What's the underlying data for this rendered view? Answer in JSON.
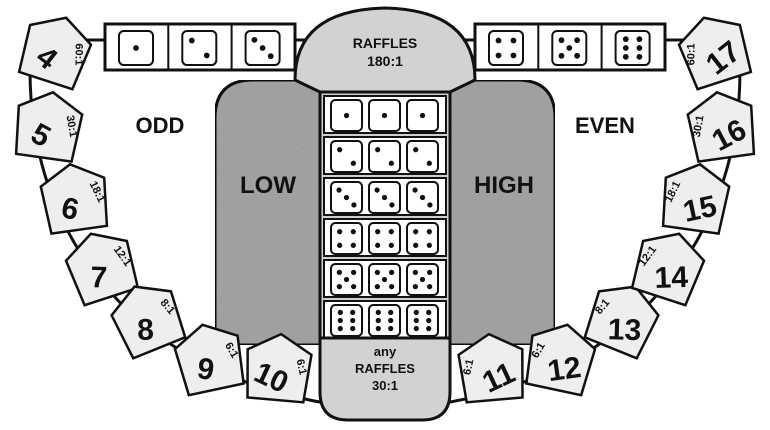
{
  "title": "",
  "colors": {
    "ink": "#111111",
    "spot": "#eeeeee",
    "panel": "#a7a7a7",
    "center": "#cfcfcf",
    "felt": "#ffffff"
  },
  "odd": {
    "label": "ODD",
    "dice": [
      1,
      2,
      3
    ]
  },
  "even": {
    "label": "EVEN",
    "dice": [
      4,
      5,
      6
    ]
  },
  "low": {
    "label": "LOW"
  },
  "high": {
    "label": "HIGH"
  },
  "raffles": {
    "line1": "RAFFLES",
    "line2": "180:1"
  },
  "any_raffles": {
    "line1": "any",
    "line2": "RAFFLES",
    "line3": "30:1"
  },
  "triples": [
    1,
    2,
    3,
    4,
    5,
    6
  ],
  "totals": [
    {
      "number": "4",
      "payout": "60:1"
    },
    {
      "number": "5",
      "payout": "30:1"
    },
    {
      "number": "6",
      "payout": "18:1"
    },
    {
      "number": "7",
      "payout": "12:1"
    },
    {
      "number": "8",
      "payout": "8:1"
    },
    {
      "number": "9",
      "payout": "6:1"
    },
    {
      "number": "10",
      "payout": "6:1"
    },
    {
      "number": "11",
      "payout": "6:1"
    },
    {
      "number": "12",
      "payout": "6:1"
    },
    {
      "number": "13",
      "payout": "8:1"
    },
    {
      "number": "14",
      "payout": "12:1"
    },
    {
      "number": "15",
      "payout": "18:1"
    },
    {
      "number": "16",
      "payout": "30:1"
    },
    {
      "number": "17",
      "payout": "60:1"
    }
  ]
}
